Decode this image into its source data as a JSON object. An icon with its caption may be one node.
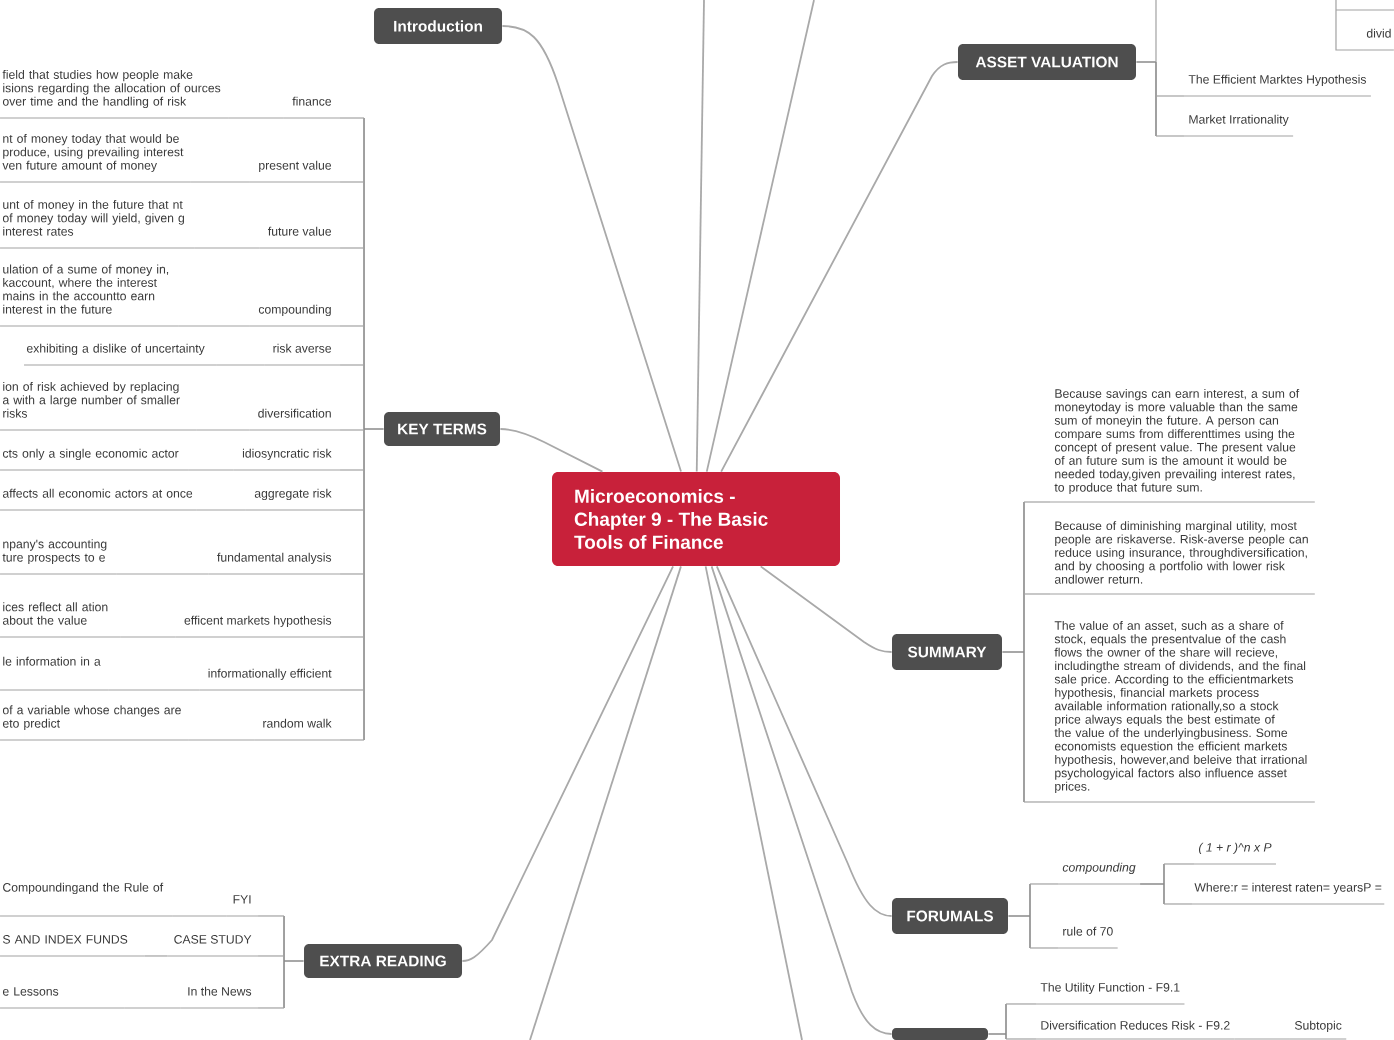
{
  "diagram": {
    "nodes": [
      {
        "text": [
          "Microeconomics - Chapter 9 - The Basic Tools of Finance"
        ]
      },
      {
        "text": [
          "Introduction"
        ]
      },
      {
        "text": [
          "KEY TERMS"
        ]
      },
      {
        "text": [
          "finance"
        ]
      },
      {
        "text": [
          "field that studies how people make isions regarding the allocation of ources over time and the handling of risk"
        ]
      },
      {
        "text": [
          "present value"
        ]
      },
      {
        "text": [
          "nt of money today that would be produce, using prevailing interest ven future amount of money"
        ]
      },
      {
        "text": [
          "future value"
        ]
      },
      {
        "text": [
          "unt of money in the future that nt of money today will yield, given g interest rates"
        ]
      },
      {
        "text": [
          "compounding"
        ]
      },
      {
        "text": [
          "ulation of a sume of money in, kaccount, where the interest mains in the accountto earn interest in the future"
        ]
      },
      {
        "text": [
          "risk averse"
        ]
      },
      {
        "text": [
          "exhibiting a dislike of uncertainty"
        ]
      },
      {
        "text": [
          "diversification"
        ]
      },
      {
        "text": [
          "ion of risk achieved by replacing a with a large number of smaller risks"
        ]
      },
      {
        "text": [
          "idiosyncratic risk"
        ]
      },
      {
        "text": [
          "cts only a single economic actor"
        ]
      },
      {
        "text": [
          "aggregate risk"
        ]
      },
      {
        "text": [
          "affects all economic actors at once"
        ]
      },
      {
        "text": [
          "fundamental analysis"
        ]
      },
      {
        "text": [
          "npany's accounting ture prospects to e"
        ]
      },
      {
        "text": [
          "efficent markets hypothesis"
        ]
      },
      {
        "text": [
          "ices reflect all ation about the value"
        ]
      },
      {
        "text": [
          "informationally efficient"
        ]
      },
      {
        "text": [
          "le information in a"
        ]
      },
      {
        "text": [
          "random walk"
        ]
      },
      {
        "text": [
          "of a variable whose changes are eto predict"
        ]
      },
      {
        "text": [
          "EXTRA READING"
        ]
      },
      {
        "text": [
          "FYI"
        ]
      },
      {
        "text": [
          "Compoundingand the Rule of"
        ]
      },
      {
        "text": [
          "CASE STUDY"
        ]
      },
      {
        "text": [
          "S AND INDEX FUNDS"
        ]
      },
      {
        "text": [
          "In the News"
        ]
      },
      {
        "text": [
          "e Lessons"
        ]
      },
      {
        "text": [
          "ASSET VALUATION"
        ]
      },
      {
        "text": [
          "divid"
        ]
      },
      {
        "text": [
          "The Efficient Marktes Hypothesis"
        ]
      },
      {
        "text": [
          "Market Irrationality"
        ]
      },
      {
        "text": [
          "SUMMARY"
        ]
      },
      {
        "text": [
          "Because savings can earn interest, a sum of moneytoday is more valuable than the same sum of moneyin the future. A person can compare sums from differenttimes using the concept of present value. The present value of an future sum is the amount it would be needed today,given prevailing interest rates, to produce that future sum."
        ]
      },
      {
        "text": [
          "Because of diminishing marginal utility, most people are riskaverse. Risk-averse people can reduce using insurance, throughdiversification, and by choosing a portfolio with lower risk andlower return."
        ]
      },
      {
        "text": [
          "The value of an asset, such as a share of stock, equals the presentvalue of the cash flows the owner of the share will recieve, includingthe stream of dividends, and the final sale price. According to the efficientmarkets hypothesis, financial markets process available information rationally,so a stock price always equals the best estimate of the value of the underlyingbusiness. Some economists equestion the efficient markets hypothesis, however,and beleive that irrational psychologyical factors also influence asset prices."
        ]
      },
      {
        "text": [
          "FORUMALS"
        ]
      },
      {
        "text": [
          "compounding"
        ]
      },
      {
        "text": [
          "( 1 + r )^n x P"
        ]
      },
      {
        "text": [
          "Where:r = interest raten= yearsP ="
        ]
      },
      {
        "text": [
          "rule of 70"
        ]
      },
      {
        "text": [],
        "shape": "box"
      },
      {
        "text": [
          "The Utility Function - F9.1"
        ]
      },
      {
        "text": [
          "Diversification Reduces Risk - F9.2"
        ]
      },
      {
        "text": [
          "Subtopic"
        ]
      }
    ],
    "edges": [
      {
        "from": 0,
        "to": 1,
        "arrow": "none"
      },
      {
        "from": 0,
        "to": 2,
        "arrow": "none"
      },
      {
        "from": 0,
        "to": 27,
        "arrow": "none"
      },
      {
        "from": 0,
        "to": 34,
        "arrow": "none"
      },
      {
        "from": 0,
        "to": 38,
        "arrow": "none"
      },
      {
        "from": 0,
        "to": 42,
        "arrow": "none"
      },
      {
        "from": 0,
        "to": 47,
        "arrow": "none"
      },
      {
        "from": 0,
        "to": null,
        "arrow": "none"
      },
      {
        "from": 0,
        "to": null,
        "arrow": "none"
      },
      {
        "from": 0,
        "to": null,
        "arrow": "none"
      },
      {
        "from": 0,
        "to": null,
        "arrow": "none"
      },
      {
        "from": 2,
        "to": 3,
        "arrow": "none"
      },
      {
        "from": 2,
        "to": 5,
        "arrow": "none"
      },
      {
        "from": 2,
        "to": 7,
        "arrow": "none"
      },
      {
        "from": 2,
        "to": 9,
        "arrow": "none"
      },
      {
        "from": 2,
        "to": 11,
        "arrow": "none"
      },
      {
        "from": 2,
        "to": 13,
        "arrow": "none"
      },
      {
        "from": 2,
        "to": 15,
        "arrow": "none"
      },
      {
        "from": 2,
        "to": 17,
        "arrow": "none"
      },
      {
        "from": 2,
        "to": 19,
        "arrow": "none"
      },
      {
        "from": 2,
        "to": 21,
        "arrow": "none"
      },
      {
        "from": 2,
        "to": 23,
        "arrow": "none"
      },
      {
        "from": 2,
        "to": 25,
        "arrow": "none"
      },
      {
        "from": 3,
        "to": 4,
        "arrow": "none"
      },
      {
        "from": 5,
        "to": 6,
        "arrow": "none"
      },
      {
        "from": 7,
        "to": 8,
        "arrow": "none"
      },
      {
        "from": 9,
        "to": 10,
        "arrow": "none"
      },
      {
        "from": 11,
        "to": 12,
        "arrow": "none"
      },
      {
        "from": 13,
        "to": 14,
        "arrow": "none"
      },
      {
        "from": 15,
        "to": 16,
        "arrow": "none"
      },
      {
        "from": 17,
        "to": 18,
        "arrow": "none"
      },
      {
        "from": 19,
        "to": 20,
        "arrow": "none"
      },
      {
        "from": 21,
        "to": 22,
        "arrow": "none"
      },
      {
        "from": 23,
        "to": 24,
        "arrow": "none"
      },
      {
        "from": 25,
        "to": 26,
        "arrow": "none"
      },
      {
        "from": 27,
        "to": 28,
        "arrow": "none"
      },
      {
        "from": 27,
        "to": 30,
        "arrow": "none"
      },
      {
        "from": 27,
        "to": 32,
        "arrow": "none"
      },
      {
        "from": 28,
        "to": 29,
        "arrow": "none"
      },
      {
        "from": 30,
        "to": 31,
        "arrow": "none"
      },
      {
        "from": 32,
        "to": 33,
        "arrow": "none"
      },
      {
        "from": 34,
        "to": null,
        "arrow": "none"
      },
      {
        "from": 34,
        "to": 36,
        "arrow": "none"
      },
      {
        "from": 34,
        "to": 37,
        "arrow": "none"
      },
      {
        "from": null,
        "to": 35,
        "arrow": "none"
      },
      {
        "from": 38,
        "to": 39,
        "arrow": "none"
      },
      {
        "from": 38,
        "to": 40,
        "arrow": "none"
      },
      {
        "from": 38,
        "to": 41,
        "arrow": "none"
      },
      {
        "from": 42,
        "to": 43,
        "arrow": "none"
      },
      {
        "from": 42,
        "to": 46,
        "arrow": "none"
      },
      {
        "from": 43,
        "to": 44,
        "arrow": "none"
      },
      {
        "from": 43,
        "to": 45,
        "arrow": "none"
      },
      {
        "from": 47,
        "to": 48,
        "arrow": "none"
      },
      {
        "from": 47,
        "to": 49,
        "arrow": "none"
      },
      {
        "from": 49,
        "to": 50,
        "arrow": "none"
      }
    ]
  }
}
